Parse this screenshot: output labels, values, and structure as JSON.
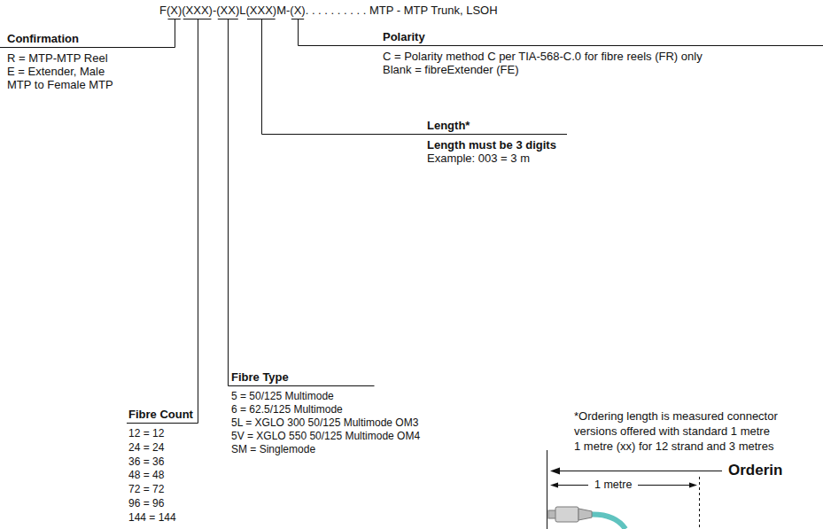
{
  "diagram": {
    "labels": [
      "F(X)(XXX)-(XX)L(XXX)M-(X). . . . . . . . . . MTP - MTP Trunk, LSOH",
      "Confirmation",
      "R = MTP-MTP Reel",
      "E = Extender, Male MTP to Female MTP",
      "Polarity",
      "C = Polarity method C per TIA-568-C.0 for fibre reels (FR) only",
      "Blank = fibreExtender (FE)",
      "Length*",
      "Length must be 3 digits",
      "Example: 003 = 3 m",
      "Fibre Type",
      "5 = 50/125 Multimode",
      "6 = 62.5/125 Multimode",
      "5L = XGLO 300 50/125 Multimode OM3",
      "5V = XGLO 550 50/125 Multimode OM4",
      "SM = Singlemode",
      "Fibre Count",
      "12 = 12",
      "24 = 24",
      "36 = 36",
      "48 = 48",
      "72 = 72",
      "96 = 96",
      "144 = 144",
      "*Ordering length is measured connector",
      "versions offered with standard 1 metre",
      "1 metre (xx) for 12 strand and 3 metres",
      "Orderin",
      "1 metre"
    ]
  }
}
